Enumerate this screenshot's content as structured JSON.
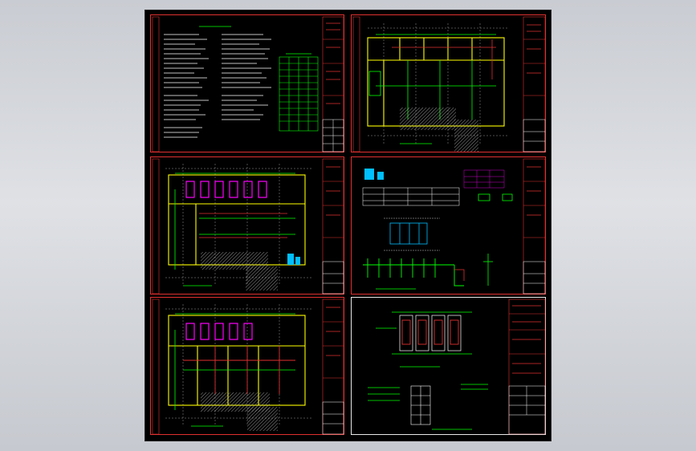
{
  "colors": {
    "frame": "#e03030",
    "wall": "#ffff00",
    "pipe": "#00ff00",
    "duct": "#ff00ff",
    "equipment": "#00bfff",
    "text": "#ffffff",
    "hatch": "#bbbbbb"
  },
  "sheets": [
    {
      "id": "sheet-1",
      "kind": "notes",
      "title": ""
    },
    {
      "id": "sheet-2",
      "kind": "floor-plan",
      "title": ""
    },
    {
      "id": "sheet-3",
      "kind": "floor-plan",
      "title": ""
    },
    {
      "id": "sheet-4",
      "kind": "system-diagram",
      "title": ""
    },
    {
      "id": "sheet-5",
      "kind": "floor-plan",
      "title": ""
    },
    {
      "id": "sheet-6",
      "kind": "detail",
      "title": ""
    }
  ]
}
